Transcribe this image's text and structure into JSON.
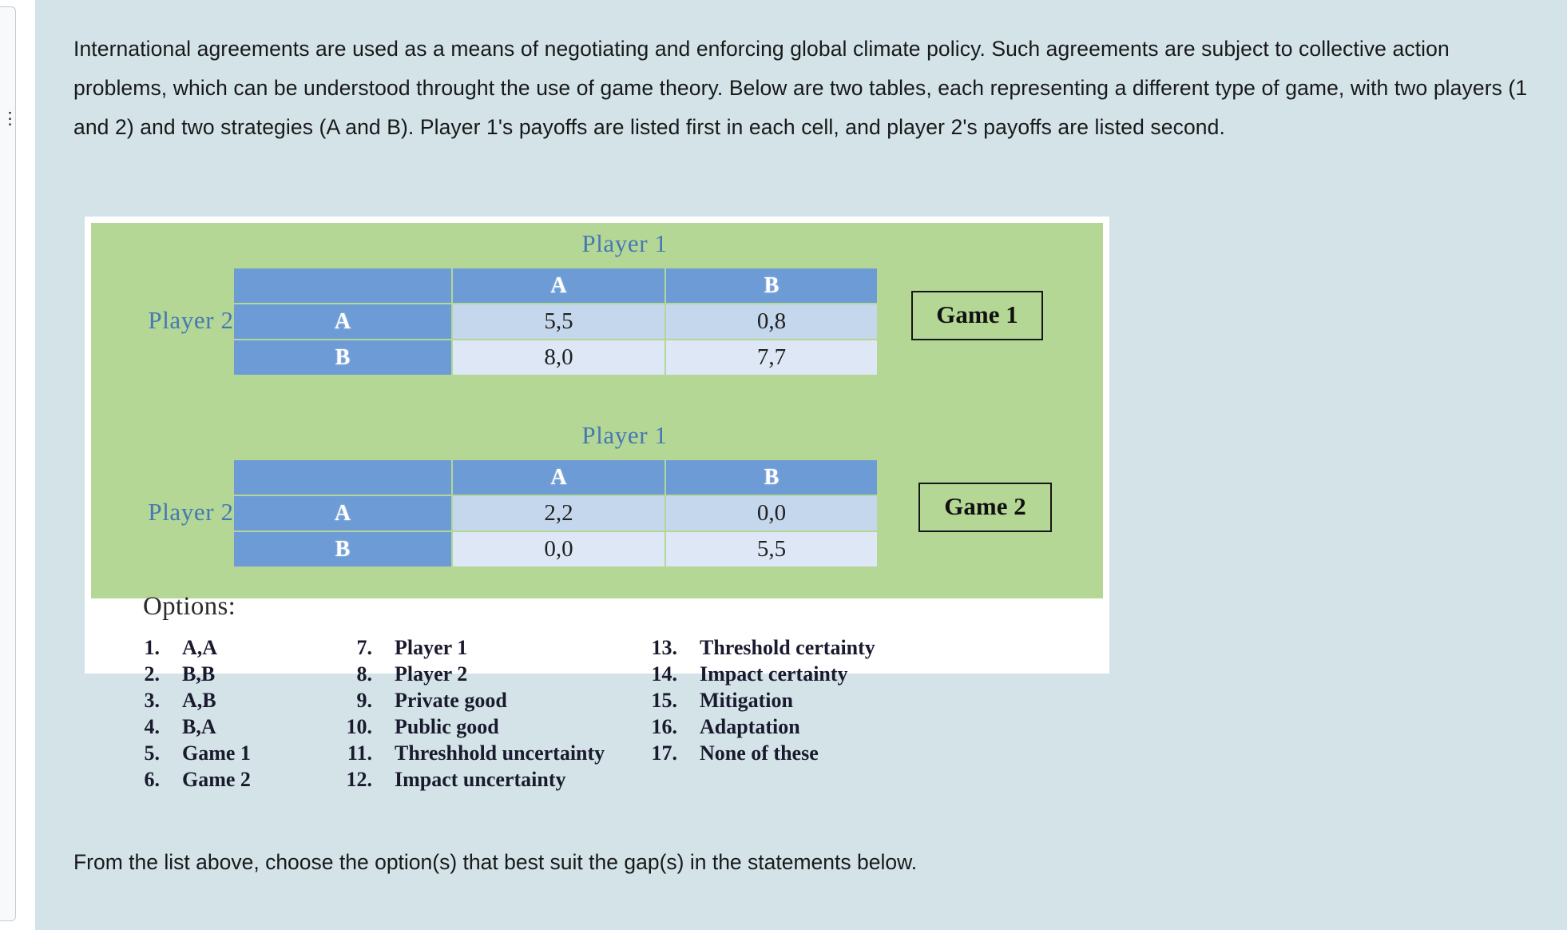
{
  "left_panel": {
    "clipped_glyph": "⋮"
  },
  "question": {
    "intro": "International agreements are used as a means of negotiating and enforcing global climate policy. Such agreements are subject to collective action problems, which can be understood throught the use of game theory. Below are two tables, each representing a different type of game, with two players (1 and 2) and two strategies (A and B). Player 1's payoffs are listed first in each cell, and player 2's payoffs are listed second.",
    "closing": "From the list above, choose the option(s) that best suit the gap(s) in the statements below."
  },
  "figure": {
    "colors": {
      "panel_green": "#b4d796",
      "header_blue": "#6d9bd6",
      "cell_light": "#c5d7ec",
      "cell_lighter": "#dde7f6",
      "label_blue": "#4678b4",
      "card_background": "#d3e3e8"
    },
    "games": [
      {
        "tag": "Game 1",
        "column_player_label": "Player 1",
        "row_player_label": "Player 2",
        "column_headers": [
          "A",
          "B"
        ],
        "row_headers": [
          "A",
          "B"
        ],
        "payoffs": [
          [
            "5,5",
            "0,8"
          ],
          [
            "8,0",
            "7,7"
          ]
        ]
      },
      {
        "tag": "Game 2",
        "column_player_label": "Player 1",
        "row_player_label": "Player 2",
        "column_headers": [
          "A",
          "B"
        ],
        "row_headers": [
          "A",
          "B"
        ],
        "payoffs": [
          [
            "2,2",
            "0,0"
          ],
          [
            "0,0",
            "5,5"
          ]
        ]
      }
    ],
    "options": {
      "title": "Options:",
      "columns": [
        [
          {
            "num": "1.",
            "label": "A,A"
          },
          {
            "num": "2.",
            "label": "B,B"
          },
          {
            "num": "3.",
            "label": "A,B"
          },
          {
            "num": "4.",
            "label": "B,A"
          },
          {
            "num": "5.",
            "label": "Game 1"
          },
          {
            "num": "6.",
            "label": "Game 2"
          }
        ],
        [
          {
            "num": "7.",
            "label": "Player 1"
          },
          {
            "num": "8.",
            "label": "Player 2"
          },
          {
            "num": "9.",
            "label": "Private good"
          },
          {
            "num": "10.",
            "label": "Public good"
          },
          {
            "num": "11.",
            "label": "Threshhold uncertainty"
          },
          {
            "num": "12.",
            "label": "Impact uncertainty"
          }
        ],
        [
          {
            "num": "13.",
            "label": "Threshold certainty"
          },
          {
            "num": "14.",
            "label": "Impact certainty"
          },
          {
            "num": "15.",
            "label": "Mitigation"
          },
          {
            "num": "16.",
            "label": "Adaptation"
          },
          {
            "num": "17.",
            "label": "None of these"
          }
        ]
      ]
    }
  }
}
